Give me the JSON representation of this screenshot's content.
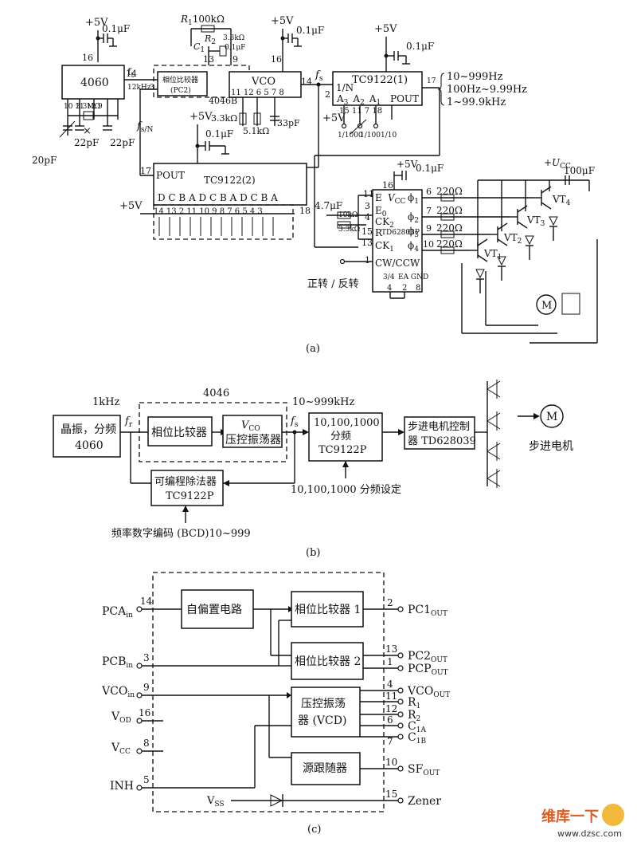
{
  "a": {
    "plus5v": "+5V",
    "c01uf": "0.1μF",
    "r1": "R",
    "r1_sub": "1",
    "r1_val": "100kΩ",
    "r2": "R",
    "r2_sub": "2",
    "r2_val": "3.3kΩ",
    "c1": "C",
    "c1_sub": "1",
    "c1_val": "0.1μF",
    "ic4060": "4060",
    "pin16": "16",
    "pin14": "14",
    "pin3": "3",
    "pin13": "13",
    "pin9": "9",
    "ft": "f",
    "ft_sub": "t",
    "freq_12k": "12kHz",
    "pc2_title": "相位比较器",
    "pc2_sub": "(PC",
    "pc2_sub_n": "2",
    "pc2_close": ")",
    "vco": "VCO",
    "ic4046": "4046B",
    "vco_pins": "11 12 6  5  7 8",
    "fs": "f",
    "fs_sub": "s",
    "xtal_pins": "10  11 12 9",
    "xtal_r": "3.3MΩ",
    "cap20": "20pF",
    "cap22a": "22pF",
    "cap22b": "22pF",
    "x_mark": "×",
    "r33k": "3.3kΩ",
    "r51k": "5.1kΩ",
    "c33p": "33pF",
    "fsn": "f",
    "fsn_sub": "s/N",
    "tc1_title": "TC9122(1)",
    "tc1_n": "1/N",
    "tc1_a": "A",
    "tc1_a3": "3",
    "tc1_a2": "2",
    "tc1_a1": "1",
    "tc1_pout": "POUT",
    "tc1_pins": "15  11   7   18",
    "tc1_pin2": "2",
    "tc1_pin17": "17",
    "div1000": "1/1000",
    "div100": "1/100",
    "div10": "1/10",
    "range1": "10~999Hz",
    "range2": "100Hz~9.99Hz",
    "range3": "1~99.9kHz",
    "tc2_pout": "POUT",
    "tc2_title": "TC9122(2)",
    "tc2_pin17": "17",
    "tc2_pin18": "18",
    "tc2_letters": "D C B A  D C B A D C B A",
    "tc2_pins": "14 13  2 11   10  9   8  7  6  5  4  3",
    "drv_title": "TD62803P",
    "drv_e": "E",
    "drv_vcc": "V",
    "drv_vcc_sub": "CC",
    "drv_eo": "E",
    "drv_eo_sub": "0",
    "drv_ck2": "CK",
    "drv_ck2_sub": "2",
    "drv_r": "R",
    "drv_ck1": "CK",
    "drv_ck1_sub": "1",
    "drv_cw": "CW/CCW",
    "drv_gnd": "EA GND",
    "drv_34": "3/4",
    "phi1": "ϕ",
    "phi1_sub": "1",
    "phi2": "ϕ",
    "phi2_sub": "2",
    "phi3": "ϕ",
    "phi3_sub": "3",
    "phi4": "ϕ",
    "phi4_sub": "4",
    "drv_pins_l": [
      "11",
      "3",
      "4",
      "15",
      "13",
      "1"
    ],
    "drv_pins_r": [
      "6",
      "7",
      "9",
      "10"
    ],
    "drv_pin16": "16",
    "drv_pin_b": [
      "4",
      "2",
      "8"
    ],
    "c47": "4.7μF",
    "r10k": "10kΩ",
    "r33k2": "3.3kΩ",
    "r220": "220Ω",
    "ucc": "+U",
    "ucc_sub": "CC",
    "c100": "100μF",
    "vt1": "VT",
    "vt1_sub": "1",
    "vt2": "VT",
    "vt2_sub": "2",
    "vt3": "VT",
    "vt3_sub": "3",
    "vt4": "VT",
    "vt4_sub": "4",
    "motor": "M",
    "dir_label": "正转 / 反转",
    "caption": "(a)"
  },
  "b": {
    "freq_in": "1kHz",
    "label_4046": "4046",
    "freq_out": "10~999kHz",
    "osc_line1": "晶振，分频",
    "osc_line2": "4060",
    "ft": "f",
    "ft_sub": "r",
    "pc": "相位比较器",
    "vco_v": "V",
    "vco_sub": "CO",
    "vco_name": "压控振荡器",
    "fs": "f",
    "fs_sub": "s",
    "div_line1": "10,100,1000",
    "div_line2": "分频",
    "div_line3": "TC9122P",
    "ctrl_line1": "步进电机控制",
    "ctrl_line2": "器 TD628039",
    "motor": "M",
    "motor_label": "步进电机",
    "prog_line1": "可编程除法器",
    "prog_line2": "TC9122P",
    "div_set": "10,100,1000 分频设定",
    "bcd": "频率数字编码 (BCD)10~999",
    "caption": "(b)"
  },
  "c": {
    "pca": "PCA",
    "pca_sub": "in",
    "pcb": "PCB",
    "pcb_sub": "in",
    "vco_in": "VCO",
    "vco_in_sub": "in",
    "vdd": "V",
    "vdd_sub": "OD",
    "vcc": "V",
    "vcc_sub": "CC",
    "inh": "INH",
    "vss": "V",
    "vss_sub": "SS",
    "pin_l": [
      "14",
      "3",
      "9",
      "16",
      "8",
      "5"
    ],
    "bias": "自偏置电路",
    "pc1": "相位比较器 1",
    "pc2": "相位比较器 2",
    "vcd_line1": "压控振荡",
    "vcd_line2": "器 (VCD)",
    "sf": "源跟随器",
    "pin_r": [
      "2",
      "13",
      "1",
      "4",
      "11",
      "12",
      "6",
      "7",
      "10",
      "15"
    ],
    "out_pc1": "PC1",
    "out_pc1_sub": "OUT",
    "out_pc2": "PC2",
    "out_pc2_sub": "OUT",
    "out_pcp": "PCP",
    "out_pcp_sub": "OUT",
    "out_vco": "VCO",
    "out_vco_sub": "OUT",
    "out_r1": "R",
    "out_r1_sub": "1",
    "out_r2": "R",
    "out_r2_sub": "2",
    "out_c1a": "C",
    "out_c1a_sub": "1A",
    "out_c1b": "C",
    "out_c1b_sub": "1B",
    "out_sf": "SF",
    "out_sf_sub": "OUT",
    "out_zener": "Zener",
    "caption": "(c)"
  },
  "watermark": {
    "line1": "维库一下",
    "line2": "www.dzsc.com"
  }
}
